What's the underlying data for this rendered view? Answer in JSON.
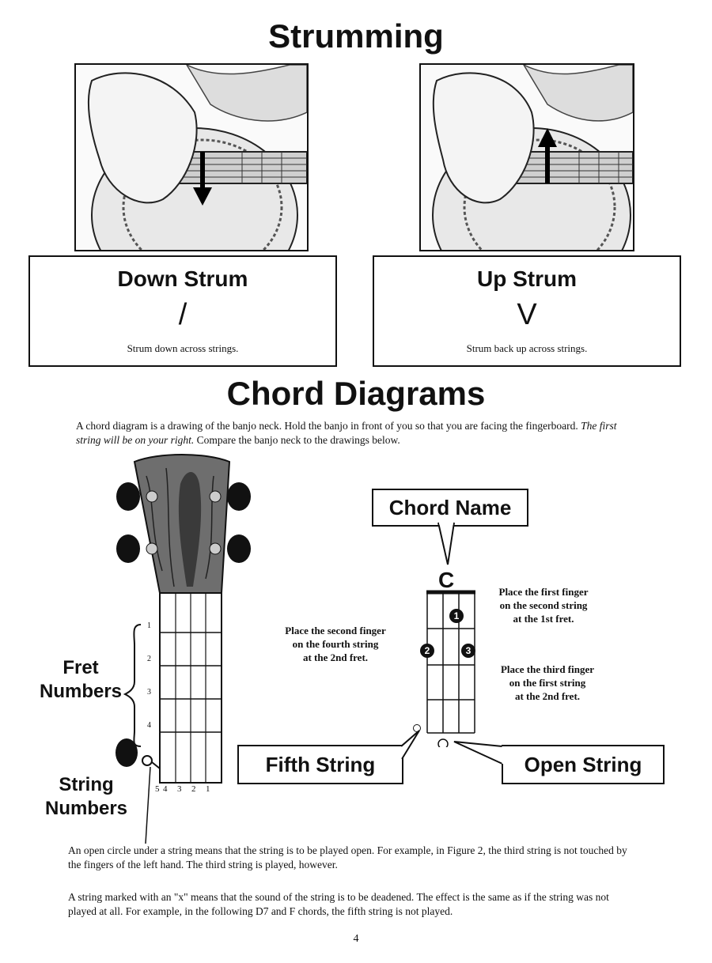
{
  "strumming": {
    "title": "Strumming",
    "down": {
      "title": "Down Strum",
      "symbol": "/",
      "caption": "Strum down across strings."
    },
    "up": {
      "title": "Up Strum",
      "symbol": "V",
      "caption": "Strum back up across strings."
    }
  },
  "chord_diagrams": {
    "title": "Chord Diagrams",
    "intro_plain_1": "A chord diagram is a drawing of the banjo neck. Hold the banjo in front of you so that you are facing the fingerboard. ",
    "intro_italic": "The first string will be on your right.",
    "intro_plain_2": " Compare the banjo neck to the drawings below.",
    "fret_numbers_label_line1": "Fret",
    "fret_numbers_label_line2": "Numbers",
    "string_numbers_label_line1": "String",
    "string_numbers_label_line2": "Numbers",
    "fret_numbers": [
      "1",
      "2",
      "3",
      "4"
    ],
    "string_numbers": [
      "5",
      "4",
      "3",
      "2",
      "1"
    ],
    "chord_name_callout": "Chord Name",
    "chord_name": "C",
    "finger_1": "1",
    "finger_2": "2",
    "finger_3": "3",
    "note_first_finger": [
      "Place the first finger",
      "on the second string",
      "at the 1st fret."
    ],
    "note_second_finger": [
      "Place the second finger",
      "on the fourth string",
      "at the 2nd fret."
    ],
    "note_third_finger": [
      "Place the third finger",
      "on the first string",
      "at the 2nd fret."
    ],
    "fifth_string_callout": "Fifth String",
    "open_string_callout": "Open String"
  },
  "body": {
    "para1": "An open circle under a string means that the string is to be played open. For example, in Figure 2, the third string is not touched by the fingers of the left hand. The third string is played, however.",
    "para2": "A string marked with an \"x\" means that the sound of the string is to be deadened. The effect is the same as if the string was not played at all. For example, in the following D7 and F chords, the fifth string is not played.",
    "page_number": "4"
  }
}
